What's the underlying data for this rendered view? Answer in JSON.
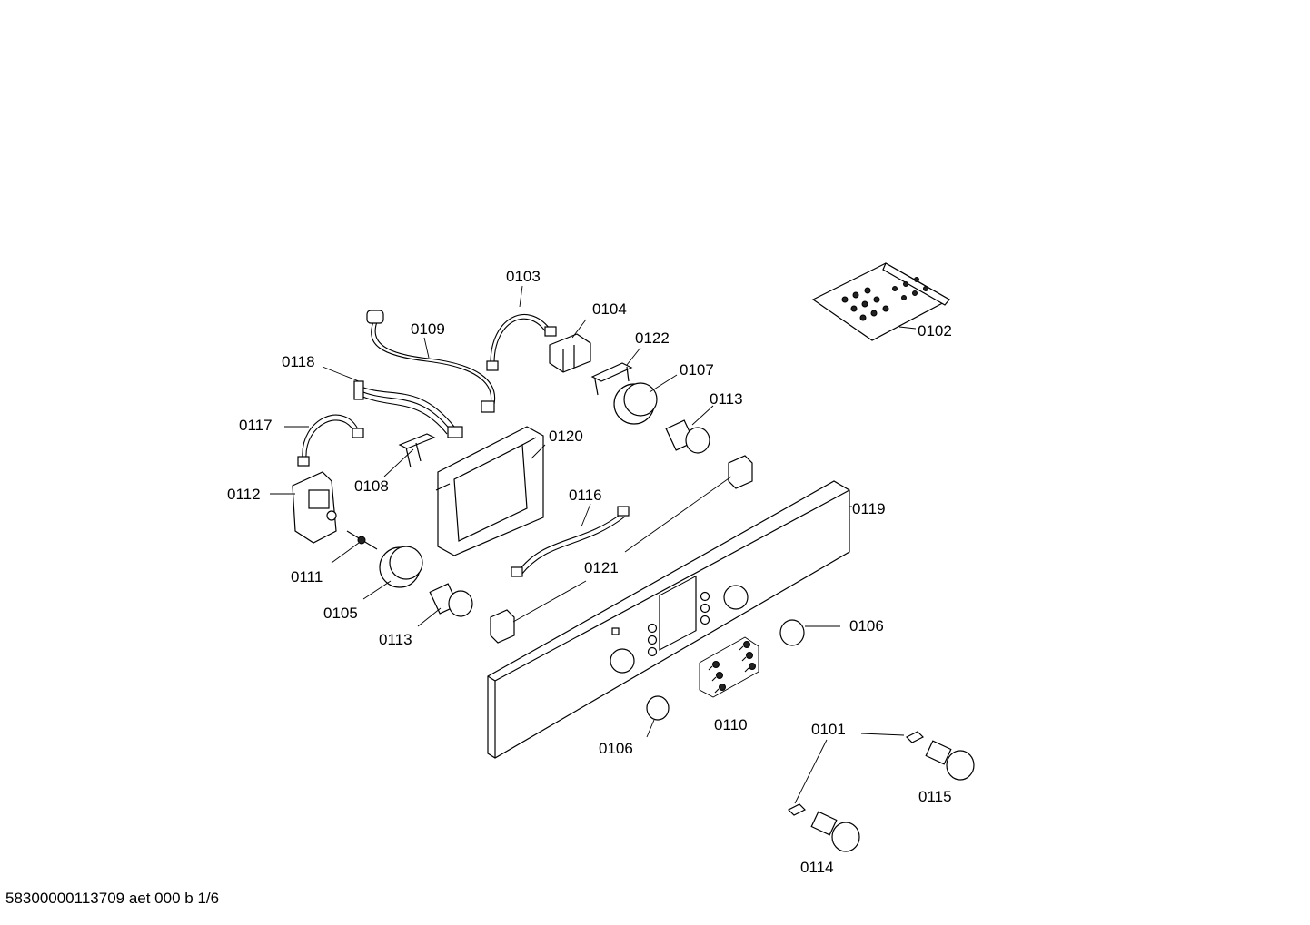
{
  "labels": {
    "p0101": "0101",
    "p0102": "0102",
    "p0103": "0103",
    "p0104": "0104",
    "p0105": "0105",
    "p0106a": "0106",
    "p0106b": "0106",
    "p0107": "0107",
    "p0108": "0108",
    "p0109": "0109",
    "p0110": "0110",
    "p0111": "0111",
    "p0112": "0112",
    "p0113a": "0113",
    "p0113b": "0113",
    "p0114": "0114",
    "p0115": "0115",
    "p0116": "0116",
    "p0117": "0117",
    "p0118": "0118",
    "p0119": "0119",
    "p0120": "0120",
    "p0121": "0121",
    "p0122": "0122"
  },
  "footer": "58300000113709 aet 000 b 1/6"
}
